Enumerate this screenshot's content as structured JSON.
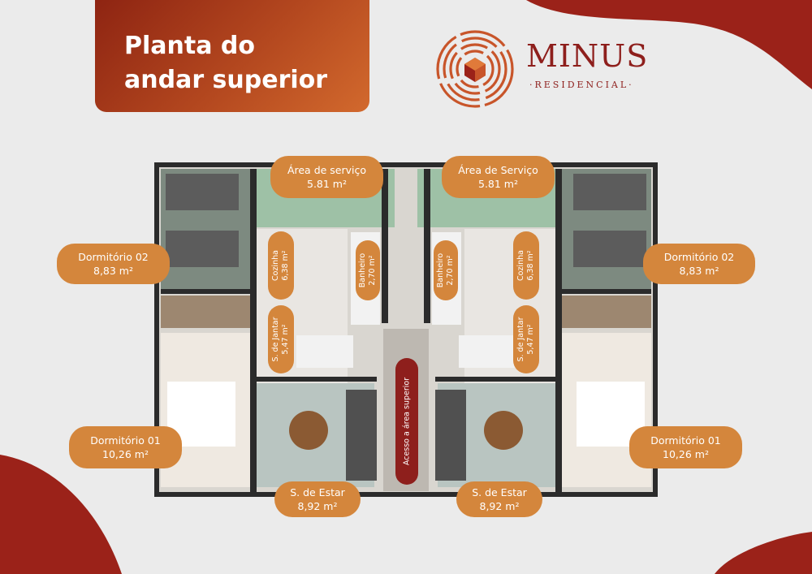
{
  "title": {
    "line1": "Planta do",
    "line2": "andar superior"
  },
  "brand": {
    "name": "MINUS",
    "subtitle": "·RESIDENCIAL·"
  },
  "colors": {
    "accent": "#d4863c",
    "brand": "#8e1f1c",
    "background": "#ebebeb"
  },
  "rooms": {
    "area_servico_left": {
      "name": "Área de serviço",
      "area": "5.81 m²"
    },
    "area_servico_right": {
      "name": "Área de Serviço",
      "area": "5.81 m²"
    },
    "dormitorio02_left": {
      "name": "Dormitório 02",
      "area": "8,83 m²"
    },
    "dormitorio02_right": {
      "name": "Dormitório 02",
      "area": "8,83 m²"
    },
    "dormitorio01_left": {
      "name": "Dormitório 01",
      "area": "10,26 m²"
    },
    "dormitorio01_right": {
      "name": "Dormitório 01",
      "area": "10,26 m²"
    },
    "estar_left": {
      "name": "S. de Estar",
      "area": "8,92 m²"
    },
    "estar_right": {
      "name": "S. de Estar",
      "area": "8,92 m²"
    },
    "cozinha_left": {
      "name": "Cozinha",
      "area": "6,38 m²"
    },
    "cozinha_right": {
      "name": "Cozinha",
      "area": "6,38 m²"
    },
    "banheiro_left": {
      "name": "Banheiro",
      "area": "2,70 m²"
    },
    "banheiro_right": {
      "name": "Banheiro",
      "area": "2,70 m²"
    },
    "jantar_left": {
      "name": "S. de Jantar",
      "area": "5,47 m²"
    },
    "jantar_right": {
      "name": "S. de Jantar",
      "area": "5,47 m²"
    }
  },
  "stair_label": "Acesso a área superior"
}
